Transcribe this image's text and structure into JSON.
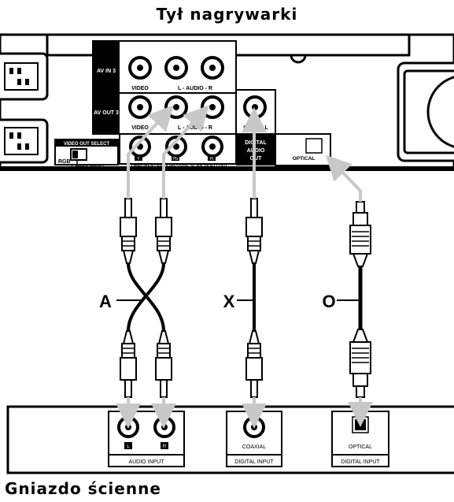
{
  "title_top": "Tył nagrywarki",
  "title_bottom": "Gniazdo ścienne",
  "recorder": {
    "av_in": "AV IN 3",
    "av_out": "AV OUT 3",
    "video": "VIDEO",
    "audio": "L - AUDIO - R",
    "y": "Y",
    "pb": "Pb",
    "pr": "Pr",
    "component_caption": "COMPONENT/PROGRESSIVE SCAN VIDEO OUT",
    "coaxial": "COAXIAL",
    "digital_audio_out": [
      "DIGITAL",
      "AUDIO",
      "OUT"
    ],
    "optical": "OPTICAL",
    "video_out_select": "VIDEO OUT SELECT",
    "rgb": "RGB",
    "component": "COMPONENT"
  },
  "cables": {
    "a": "A",
    "x": "X",
    "o": "O"
  },
  "wall": {
    "l": "L",
    "r": "R",
    "audio_input": "AUDIO INPUT",
    "coaxial": "COAXIAL",
    "digital_input_1": "DIGITAL INPUT",
    "optical": "OPTICAL",
    "digital_input_2": "DIGITAL INPUT"
  },
  "colors": {
    "ink": "#000000",
    "panel": "#ffffff",
    "arrow": "#c8c8c8"
  }
}
